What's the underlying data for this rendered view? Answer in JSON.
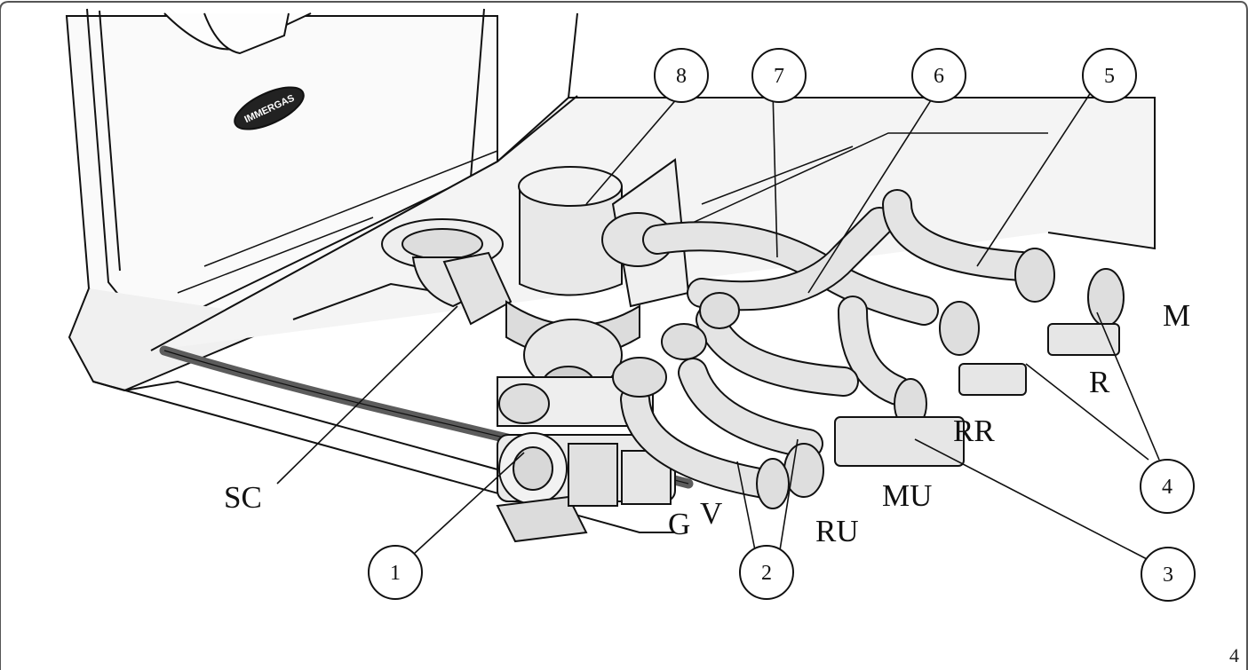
{
  "brand_badge": "IMMERGAS",
  "callouts": {
    "c1": "1",
    "c2": "2",
    "c3": "3",
    "c4": "4",
    "c5": "5",
    "c6": "6",
    "c7": "7",
    "c8": "8"
  },
  "labels": {
    "sc": "SC",
    "g": "G",
    "v": "V",
    "ru": "RU",
    "mu": "MU",
    "rr": "RR",
    "r": "R",
    "m": "M"
  },
  "page_number": "4",
  "colors": {
    "line": "#111111",
    "pipe": "#e4e4e4",
    "cable": "#5c5c5c",
    "panel": "#f4f4f4"
  }
}
